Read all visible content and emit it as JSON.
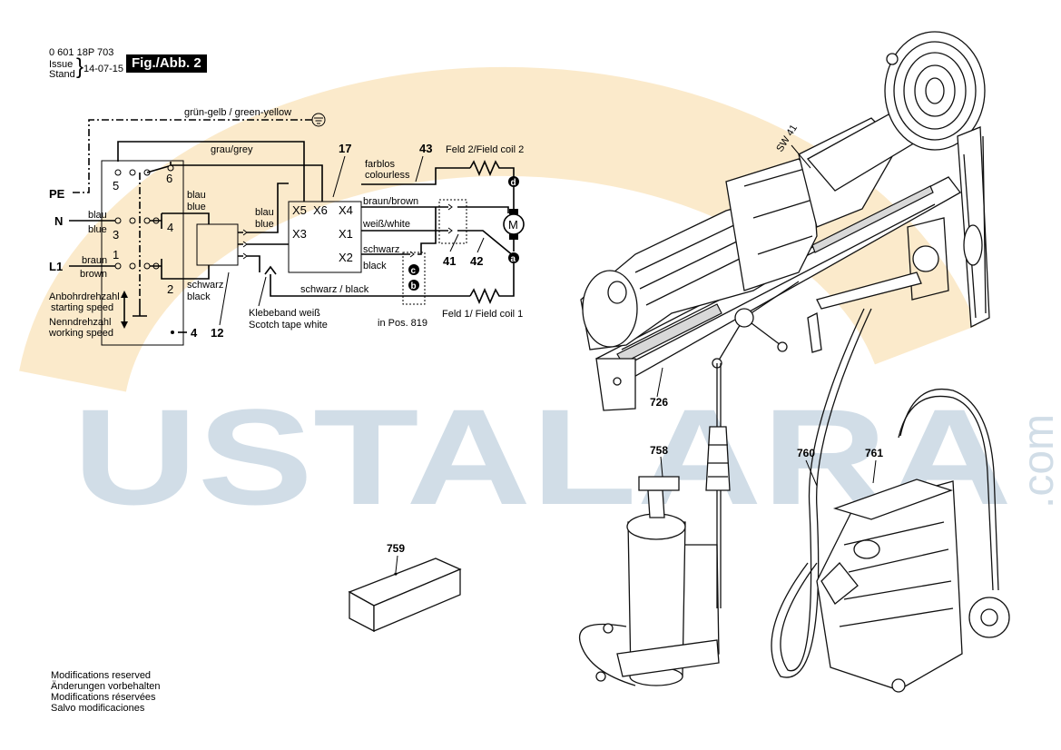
{
  "header": {
    "part_number": "0 601 18P 703",
    "issue_label": "Issue",
    "stand_label": "Stand",
    "date": "14-07-15",
    "figure": "Fig./Abb. 2"
  },
  "watermark": {
    "text": "USTALARA",
    "suffix": ".com"
  },
  "wiring": {
    "earth_label": "grün-gelb / green-yellow",
    "grey_label": "grau/grey",
    "ref_17": "17",
    "ref_43": "43",
    "colourless_de": "farblos",
    "colourless_en": "colourless",
    "field_coil_2": "Feld 2/Field coil 2",
    "field_coil_1": "Feld 1/ Field coil 1",
    "pe": "PE",
    "n": "N",
    "l1": "L1",
    "blue_de_n": "blau",
    "blue_en_n": "blue",
    "brown_de": "braun",
    "brown_en": "brown",
    "terminal_5": "5",
    "terminal_6": "6",
    "terminal_3": "3",
    "terminal_4": "4",
    "terminal_1": "1",
    "terminal_2": "2",
    "blue_de_12": "blau",
    "blue_en_12": "blue",
    "blue_de_x3": "blau",
    "blue_en_x3": "blue",
    "black_de_12": "schwarz",
    "black_en_12": "black",
    "x5": "X5",
    "x6": "X6",
    "x4": "X4",
    "x3": "X3",
    "x1": "X1",
    "x2": "X2",
    "brown_brown": "braun/brown",
    "white_white": "weiß/white",
    "black_de_x2": "schwarz",
    "black_en_x2": "black",
    "black_black": "schwarz / black",
    "motor": "M",
    "node_d": "d",
    "node_a": "a",
    "node_c": "c",
    "node_b": "b",
    "ref_41": "41",
    "ref_42": "42",
    "in_pos": "in Pos. 819",
    "tape_de": "Klebeband weiß",
    "tape_en": "Scotch tape white",
    "start_de": "Anbohrdrehzahl",
    "start_en": "starting speed",
    "work_de": "Nenndrehzahl",
    "work_en": "working speed",
    "ref_4": "4",
    "ref_12": "12"
  },
  "parts": {
    "sw": "SW 41",
    "p726": "726",
    "p758": "758",
    "p760": "760",
    "p761": "761",
    "p759": "759"
  },
  "footer": {
    "line1": "Modifications reserved",
    "line2": "Änderungen vorbehalten",
    "line3": "Modifications réservées",
    "line4": "Salvo modificaciones"
  }
}
